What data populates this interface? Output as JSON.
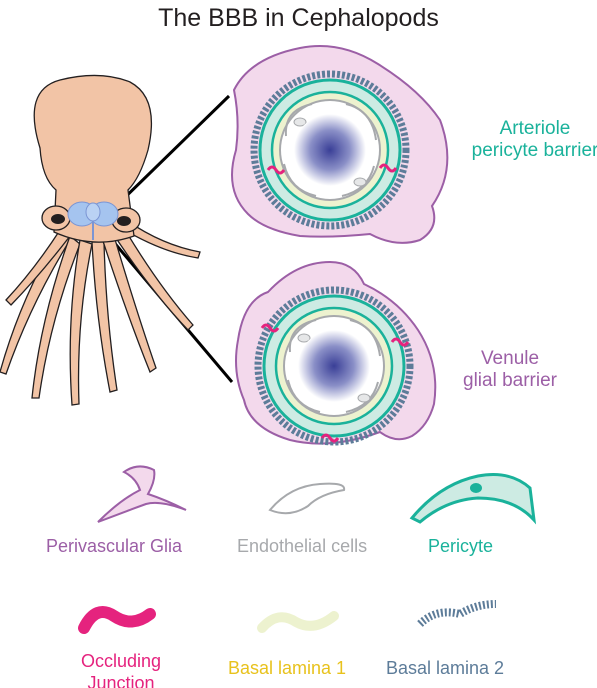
{
  "title": "The BBB in Cephalopods",
  "vessels": {
    "arteriole_label": [
      "Arteriole",
      "pericyte barrier"
    ],
    "venule_label": [
      "Venule",
      "glial barrier"
    ]
  },
  "legend": {
    "perivascular_glia": "Perivascular Glia",
    "endothelial_cells": "Endothelial cells",
    "pericyte": "Pericyte",
    "occluding_junction": [
      "Occluding",
      "Junction"
    ],
    "basal_lamina_1": "Basal lamina 1",
    "basal_lamina_2": "Basal lamina 2"
  },
  "colors": {
    "glia": "#9c5fa6",
    "glia_fill": "#f3d9ec",
    "endothelial": "#a7a9ac",
    "pericyte": "#1ab29b",
    "pericyte_fill": "#cdebe3",
    "junction": "#e5237e",
    "basal_lamina_1": "#edf2cf",
    "basal_lamina_1_text": "#e8c21d",
    "basal_lamina_2": "#5d7c99",
    "lumen": "#3a3f97",
    "octopus": "#f2c4a6",
    "octopus_outline": "#231f20"
  }
}
